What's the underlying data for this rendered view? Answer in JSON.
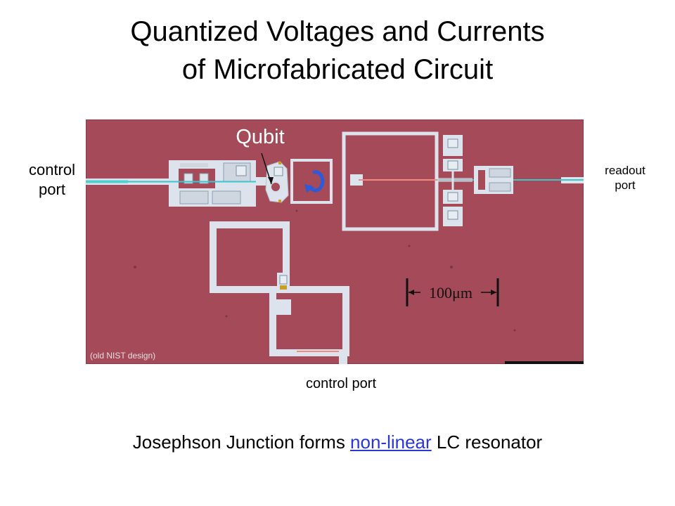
{
  "title": {
    "line1": "Quantized Voltages and Currents",
    "line2": "of Microfabricated Circuit"
  },
  "labels": {
    "control_left_line1": "control",
    "control_left_line2": "port",
    "readout_line1": "readout",
    "readout_line2": "port",
    "control_bottom": "control port"
  },
  "micrograph": {
    "qubit_label": "Qubit",
    "scale_bar_label": "100μm",
    "design_note": "(old NIST design)",
    "substrate_color": "#a44a58",
    "metal_color": "#dde3ec"
  },
  "caption": {
    "prefix": "Josephson Junction forms ",
    "link_text": "non-linear",
    "suffix": " LC resonator"
  }
}
